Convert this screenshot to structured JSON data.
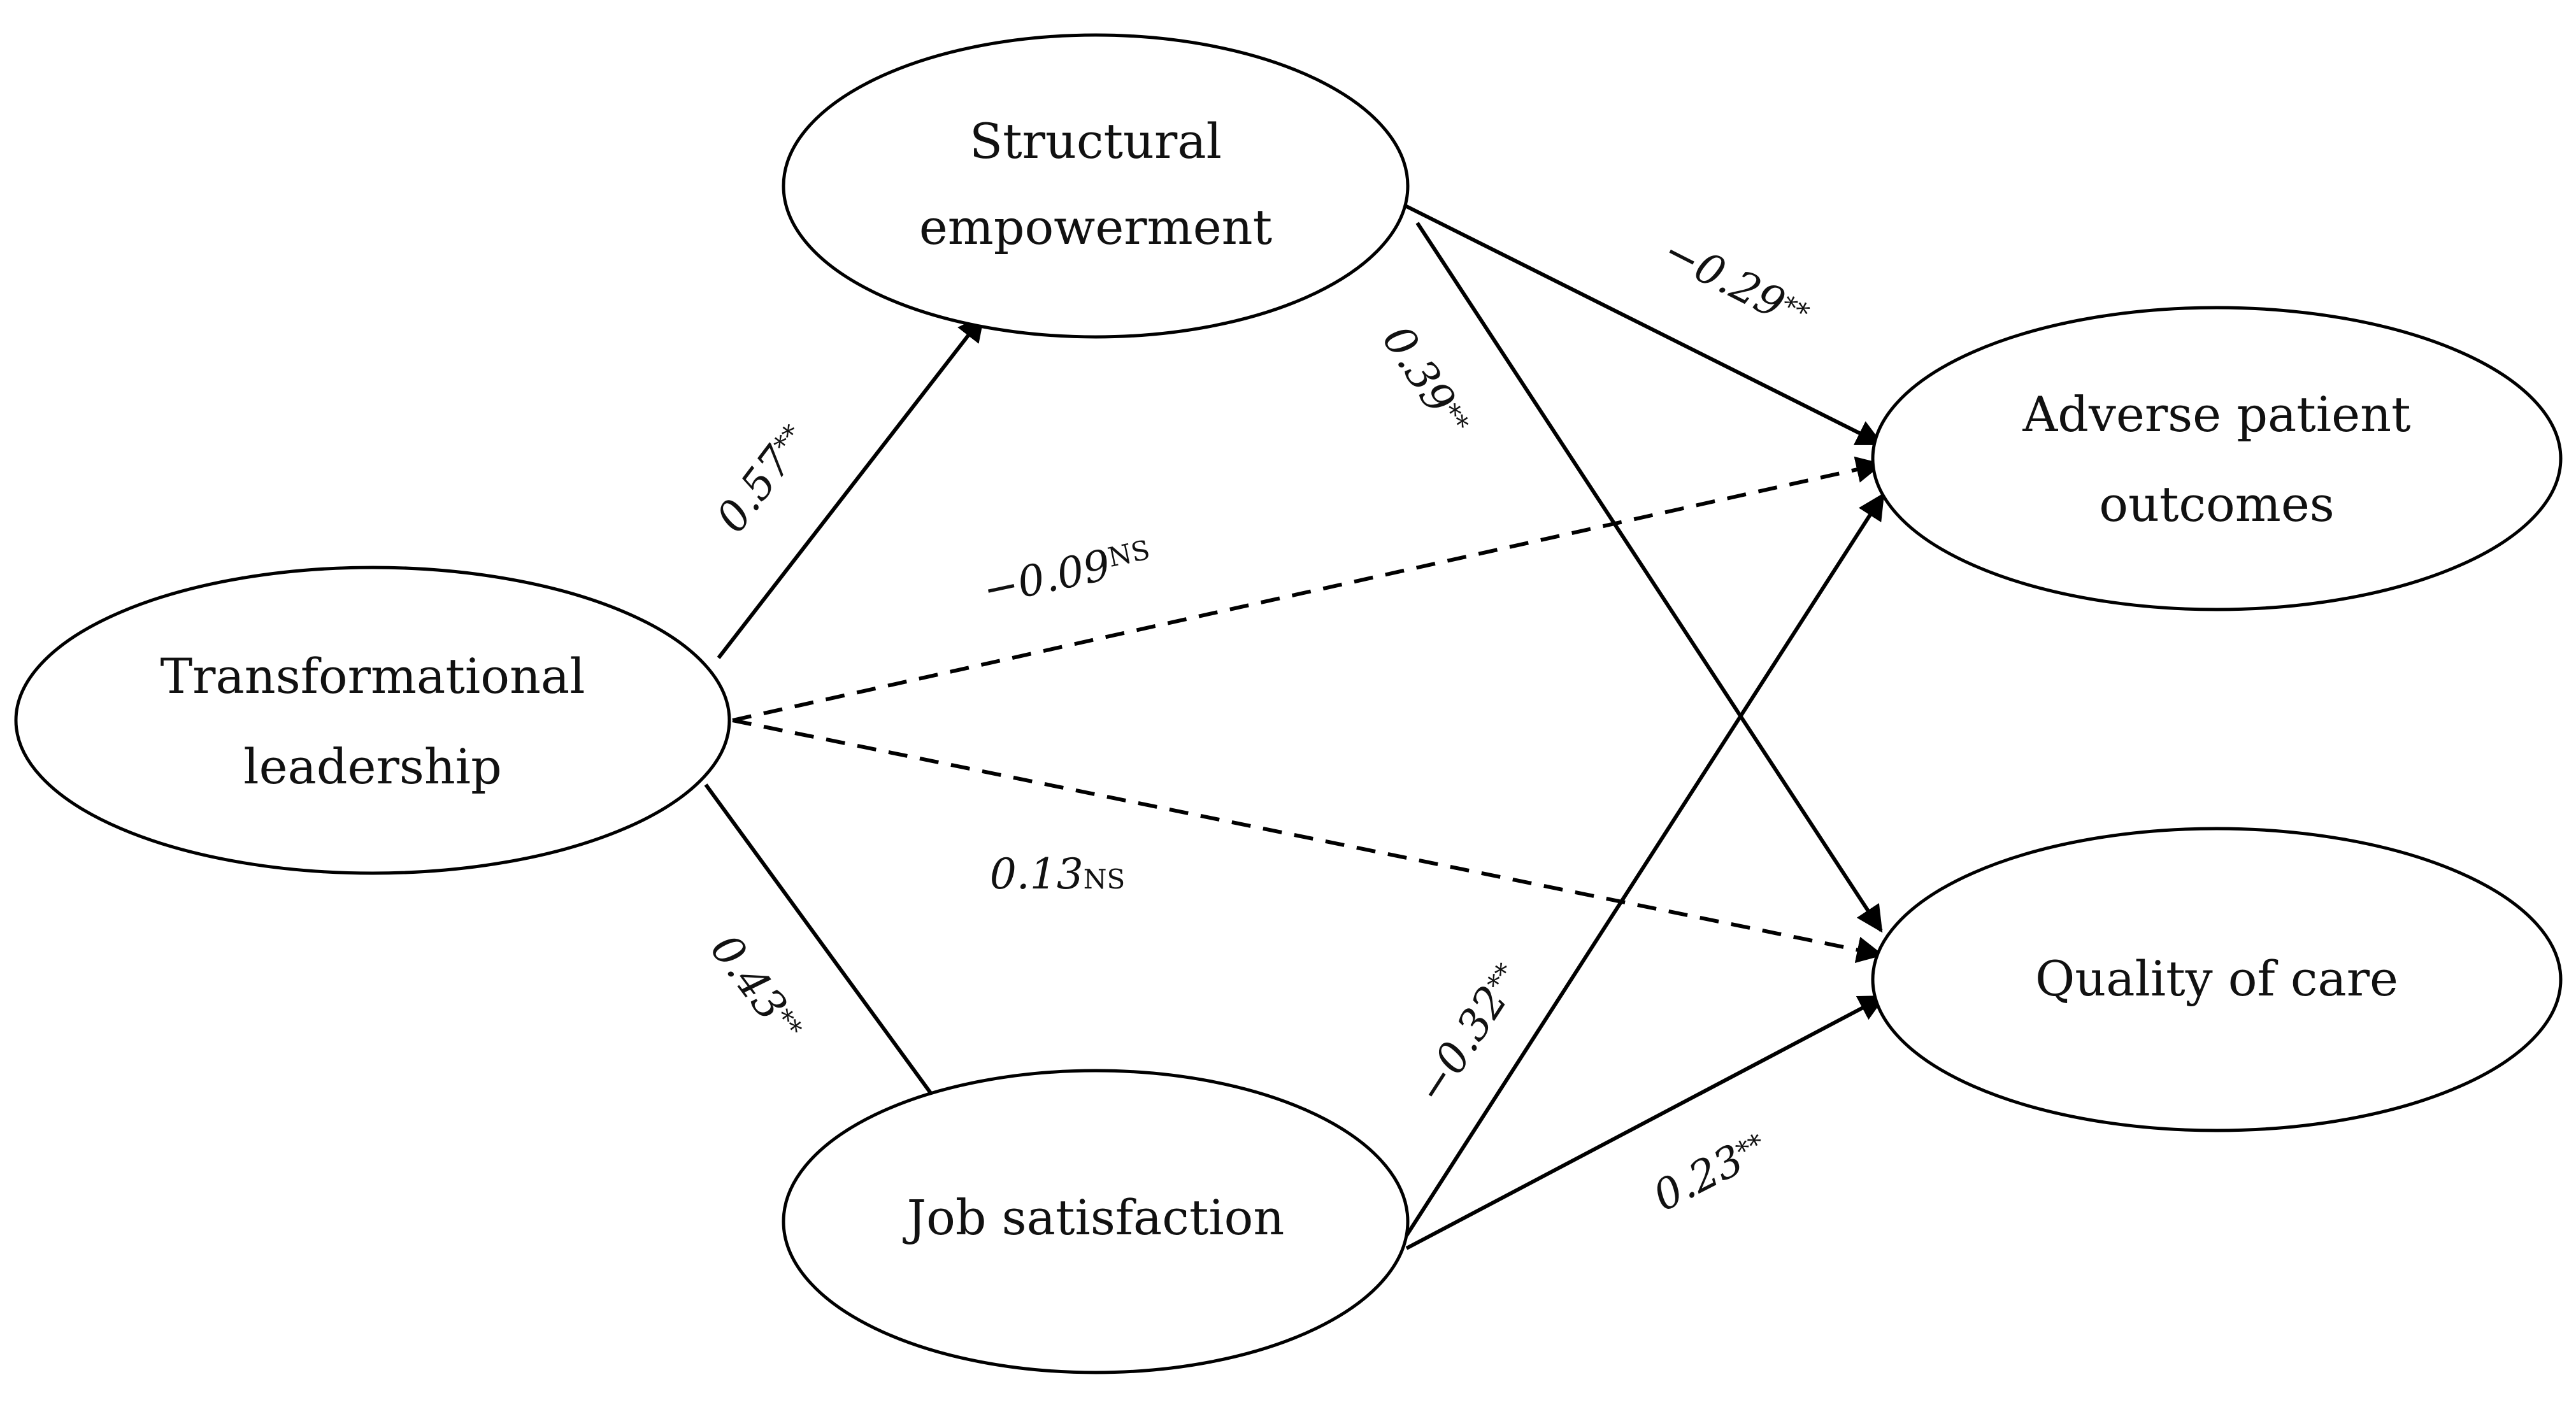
{
  "nodes": {
    "transformational_leadership": {
      "lines": [
        "Transformational",
        "leadership"
      ]
    },
    "structural_empowerment": {
      "lines": [
        "Structural",
        "empowerment"
      ]
    },
    "job_satisfaction": {
      "lines": [
        "Job satisfaction"
      ]
    },
    "adverse_patient_outcomes": {
      "lines": [
        "Adverse patient",
        "outcomes"
      ]
    },
    "quality_of_care": {
      "lines": [
        "Quality of care"
      ]
    }
  },
  "edges": {
    "tl_se": {
      "from": "Transformational leadership",
      "to": "Structural empowerment",
      "value": "0.57",
      "sig": "**",
      "line": "solid"
    },
    "tl_js": {
      "from": "Transformational leadership",
      "to": "Job satisfaction",
      "value": "0.43",
      "sig": "**",
      "line": "solid"
    },
    "tl_apo": {
      "from": "Transformational leadership",
      "to": "Adverse patient outcomes",
      "value": "−0.09",
      "sig": "NS",
      "line": "dashed"
    },
    "tl_qc": {
      "from": "Transformational leadership",
      "to": "Quality of care",
      "value": "0.13",
      "sig": "NS",
      "line": "dashed"
    },
    "se_apo": {
      "from": "Structural empowerment",
      "to": "Adverse patient outcomes",
      "value": "−0.29",
      "sig": "**",
      "line": "solid"
    },
    "se_qc": {
      "from": "Structural empowerment",
      "to": "Quality of care",
      "value": "0.39",
      "sig": "**",
      "line": "solid"
    },
    "js_apo": {
      "from": "Job satisfaction",
      "to": "Adverse patient outcomes",
      "value": "−0.32",
      "sig": "**",
      "line": "solid"
    },
    "js_qc": {
      "from": "Job satisfaction",
      "to": "Quality of care",
      "value": "0.23",
      "sig": "**",
      "line": "solid"
    }
  },
  "colors": {
    "stroke": "#000000",
    "background": "#ffffff"
  }
}
